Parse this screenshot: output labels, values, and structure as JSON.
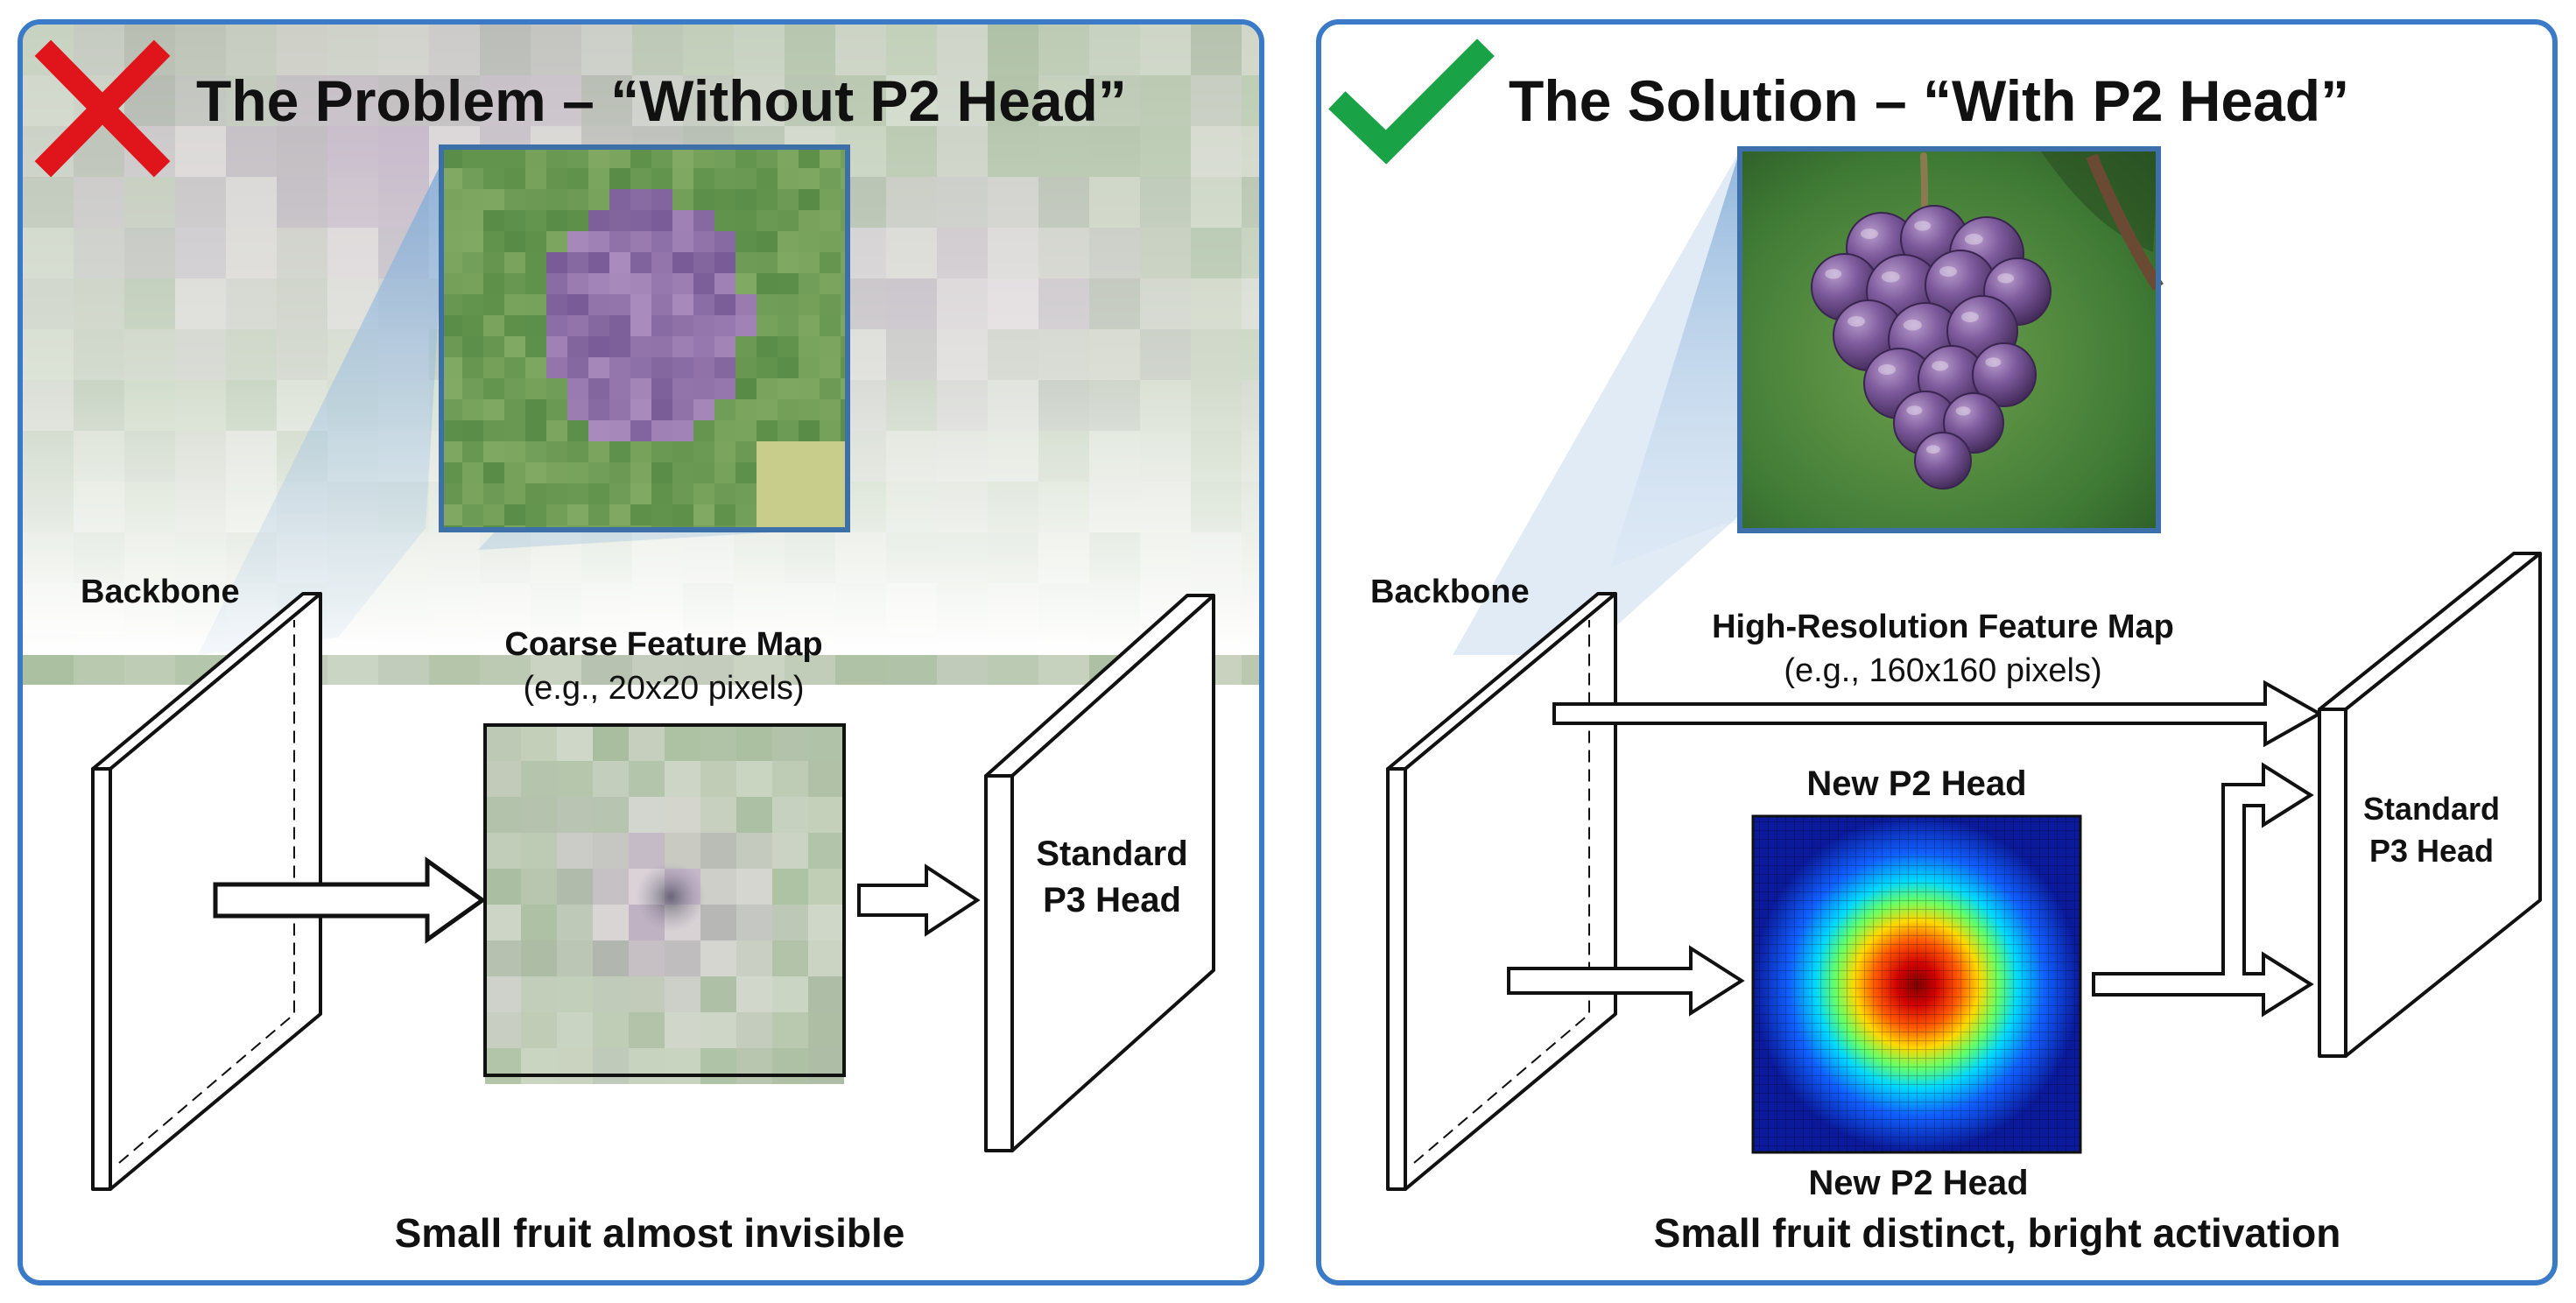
{
  "problem": {
    "title": "The Problem – “Without P2 Head”",
    "backbone_label": "Backbone",
    "feature_map_title": "Coarse Feature Map",
    "feature_map_size": "(e.g., 20x20 pixels)",
    "head_line1": "Standard",
    "head_line2": "P3 Head",
    "caption": "Small fruit almost invisible",
    "status_color": "#e0141b"
  },
  "solution": {
    "title": "The Solution – “With P2 Head”",
    "backbone_label": "Backbone",
    "feature_map_title": "High-Resolution Feature Map",
    "feature_map_size": "(e.g., 160x160 pixels)",
    "p2_label_top": "New P2 Head",
    "p2_label_bottom": "New P2 Head",
    "head_line1": "Standard",
    "head_line2": "P3 Head",
    "caption": "Small fruit distinct, bright activation",
    "status_color": "#1aa346"
  },
  "colors": {
    "panel_border": "#3a7ac6",
    "grape": "#6e4a8c",
    "leaf": "#4f8a3a"
  }
}
